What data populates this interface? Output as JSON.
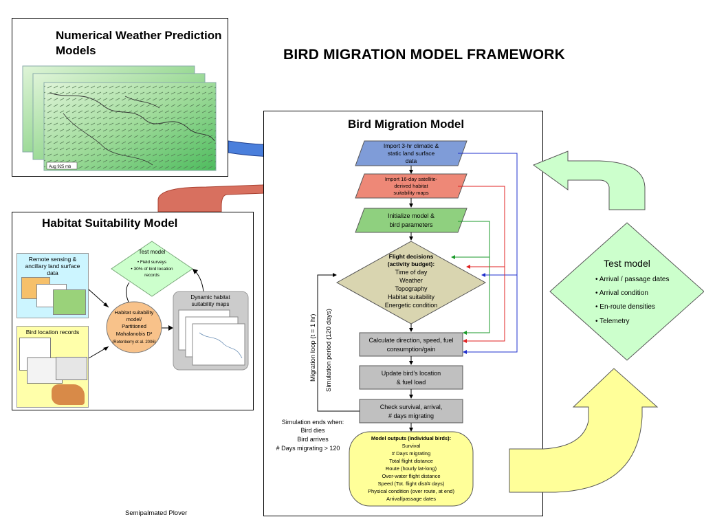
{
  "title": "BIRD MIGRATION MODEL FRAMEWORK",
  "nwp": {
    "title_line1": "Numerical Weather Prediction",
    "title_line2": "Models",
    "map_label": "Aug 925 mb"
  },
  "habitat": {
    "title": "Habitat Suitability Model",
    "remote_sensing": "Remote sensing & ancillary land surface data",
    "bird_location": "Bird location records",
    "test_model": {
      "title": "Test model",
      "items": [
        "• Field surveys",
        "• 30% of bird location records"
      ]
    },
    "mahal_lines": [
      "Habitat suitability",
      "model/",
      "Partitioned",
      "Mahalanobis D²"
    ],
    "mahal_cite": "(Rotenberry et al. 2006)",
    "dynamic_maps": "Dynamic habitat suitability maps",
    "species": "Semipalmated Plover"
  },
  "bmm": {
    "title": "Bird Migration Model",
    "import_climate": [
      "Import 3-hr climatic &",
      "static land surface",
      "data"
    ],
    "import_sat": [
      "Import 16-day satellite-",
      "derived habitat",
      "suitability maps"
    ],
    "init": [
      "Initialize model &",
      "bird parameters"
    ],
    "flight": {
      "heading": [
        "Flight decisions",
        "(activity budget):"
      ],
      "items": [
        "Time of day",
        "Weather",
        "Topography",
        "Habitat suitability",
        "Energetic condition"
      ]
    },
    "calc": [
      "Calculate direction, speed, fuel",
      "consumption/gain"
    ],
    "update": [
      "Update bird’s location",
      "& fuel load"
    ],
    "check": [
      "Check survival, arrival,",
      "# days migrating"
    ],
    "loop_label": "Migration loop (t = 1 hr)",
    "period_label": "Simulation period (120 days)",
    "sim_ends": [
      "Simulation ends when:",
      "Bird dies",
      "Bird arrives",
      "# Days migrating > 120"
    ],
    "outputs": {
      "heading": "Model outputs (individual birds):",
      "items": [
        "Survival",
        "# Days migrating",
        "Total flight distance",
        "Route (hourly lat-long)",
        "Over-water flight distance",
        "Speed (Tot. flight dist/# days)",
        "Physical condition (over route, at end)",
        "Arrival/passage dates"
      ]
    }
  },
  "test_model_right": {
    "title": "Test model",
    "items": [
      "Arrival / passage dates",
      "Arrival condition",
      "En-route densities",
      "Telemetry"
    ]
  },
  "colors": {
    "blue_box": "#7f9cd8",
    "red_box": "#ee8877",
    "green_box": "#8fd07f",
    "tan": "#d9d5b0",
    "gray_box": "#c0c0c0",
    "yellow": "#ffff99",
    "light_green": "#ccffcc",
    "blue_arrow": "#4a7fdc",
    "red_arrow": "#d8705f",
    "line_blue": "#1f2fcc",
    "line_red": "#e02020",
    "line_green": "#1a9a2a"
  }
}
